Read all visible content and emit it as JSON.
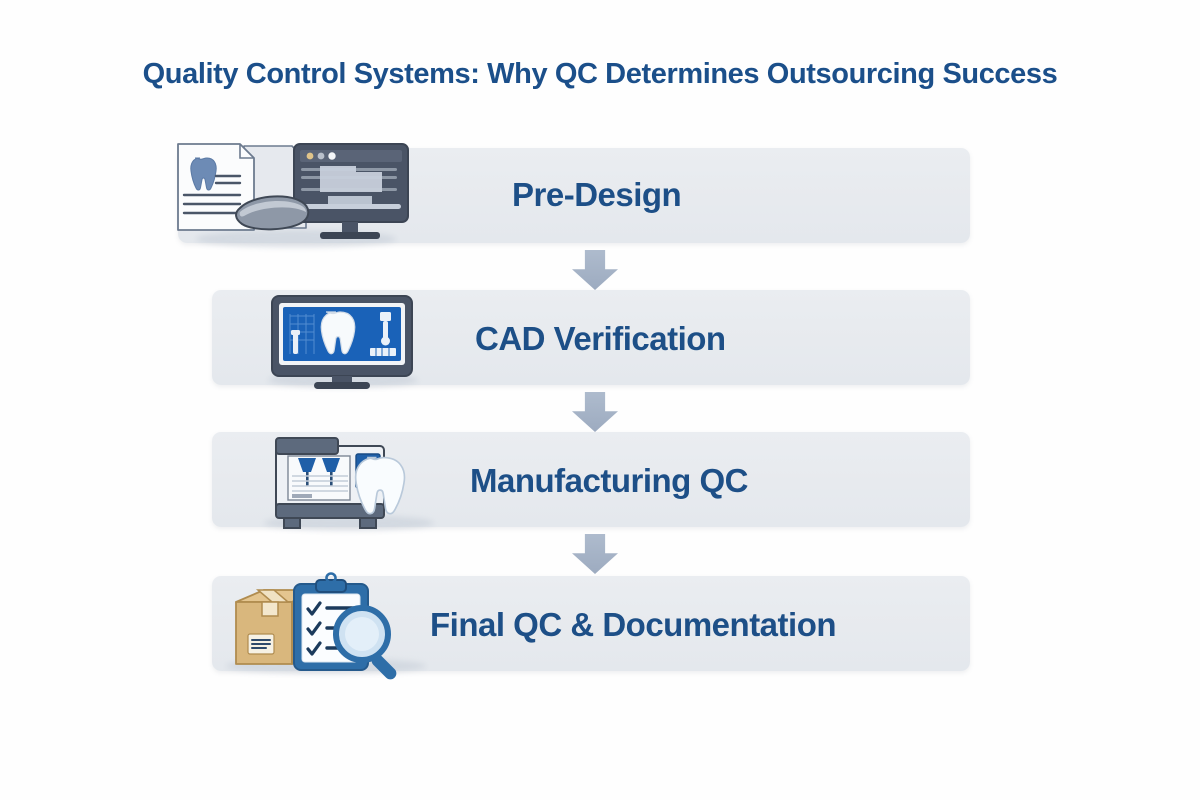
{
  "page": {
    "title": "Quality Control Systems: Why QC Determines Outsourcing Success",
    "title_color": "#1b4f8a",
    "background_color": "#fefefe"
  },
  "flow": {
    "type": "vertical-process-flow",
    "box_color": "#e8ebef",
    "label_color": "#1d4f87",
    "arrow_color": "#9dabc0",
    "steps": [
      {
        "index": 1,
        "label": "Pre-Design",
        "icon": "document-scanner-monitor-icon",
        "icon_parts": [
          "dental-record-document-with-tooth",
          "intraoral-scanner",
          "desktop-monitor-window"
        ]
      },
      {
        "index": 2,
        "label": "CAD Verification",
        "icon": "cad-monitor-tooth-icon",
        "icon_parts": [
          "desktop-monitor",
          "blue-cad-screen",
          "white-tooth-model",
          "measurement-grid",
          "caliper-tool"
        ]
      },
      {
        "index": 3,
        "label": "Manufacturing QC",
        "icon": "milling-machine-tooth-icon",
        "icon_parts": [
          "dental-milling-machine",
          "blue-drill-bits",
          "white-tooth-crown"
        ]
      },
      {
        "index": 4,
        "label": "Final QC & Documentation",
        "icon": "box-clipboard-magnifier-icon",
        "icon_parts": [
          "cardboard-shipping-box",
          "blue-clipboard-checklist",
          "checkmarks",
          "magnifying-glass"
        ]
      }
    ],
    "arrows": [
      {
        "from": "Pre-Design",
        "to": "CAD Verification",
        "direction": "down"
      },
      {
        "from": "CAD Verification",
        "to": "Manufacturing QC",
        "direction": "down"
      },
      {
        "from": "Manufacturing QC",
        "to": "Final QC & Documentation",
        "direction": "down"
      }
    ]
  }
}
